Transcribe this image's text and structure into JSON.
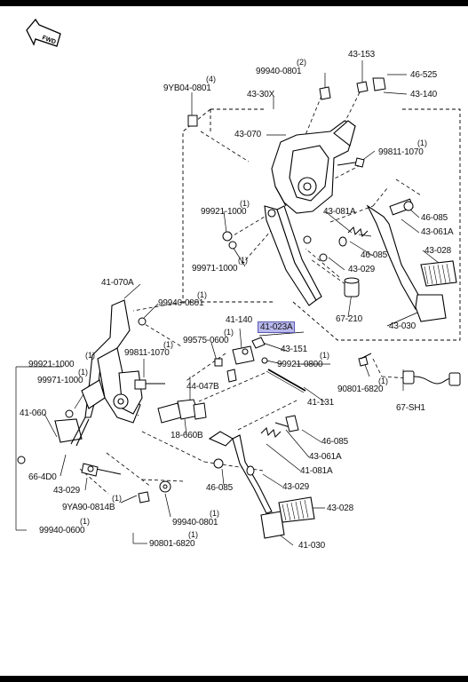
{
  "diagram": {
    "fwd_arrow": "FWD",
    "labels": {
      "p43_153": "43-153",
      "p46_525": "46-525",
      "p43_140": "43-140",
      "p99940_0801_top": "99940-0801",
      "q_99940_0801_top": "(2)",
      "p9yb04_0801": "9YB04-0801",
      "q_9yb04": "(4)",
      "p43_30x": "43-30X",
      "p43_070": "43-070",
      "p99811_1070_r": "99811-1070",
      "q_99811_r": "(1)",
      "p99921_1000_r": "99921-1000",
      "q_99921_r": "(1)",
      "p99971_1000_r": "99971-1000",
      "q_99971_r": "(1)",
      "p43_081a_r": "43-081A",
      "p46_085_r": "46-085",
      "p43_061a_r": "43-061A",
      "p43_028_r": "43-028",
      "p46_085_r2": "46-085",
      "p43_029_r": "43-029",
      "p67_210": "67-210",
      "p43_030": "43-030",
      "p41_070a": "41-070A",
      "p99940_0801_m": "99940-0801",
      "q_99940_m": "(1)",
      "p41_140": "41-140",
      "p41_023a": "41-023A",
      "p99575_0600": "99575-0600",
      "q_99575": "(1)",
      "p43_151": "43-151",
      "p99921_0800": "99921-0800",
      "q_99921_0800": "(1)",
      "p99811_1070_l": "99811-1070",
      "q_99811_l": "(1)",
      "p99921_1000_l": "99921-1000",
      "q_99921_l": "(1)",
      "p99971_1000_l": "99971-1000",
      "q_99971_l": "(1)",
      "p44_047b": "44-047B",
      "p90801_6820_r": "90801-6820",
      "q_90801_r": "(1)",
      "p67_sh1": "67-SH1",
      "p41_060": "41-060",
      "p41_131": "41-131",
      "p18_660b": "18-660B",
      "p46_085_l": "46-085",
      "p43_061a_l": "43-061A",
      "p41_081a": "41-081A",
      "p66_4d0": "66-4D0",
      "p43_029_l": "43-029",
      "p46_085_l2": "46-085",
      "p43_029_l2": "43-029",
      "p43_028_l": "43-028",
      "p9ya90_0814b": "9YA90-0814B",
      "q_9ya90": "(1)",
      "p99940_0801_b": "99940-0801",
      "q_99940_b": "(1)",
      "p99940_0600": "99940-0600",
      "q_99940_0600": "(1)",
      "p90801_6820_b": "90801-6820",
      "q_90801_b": "(1)",
      "p41_030": "41-030"
    }
  }
}
